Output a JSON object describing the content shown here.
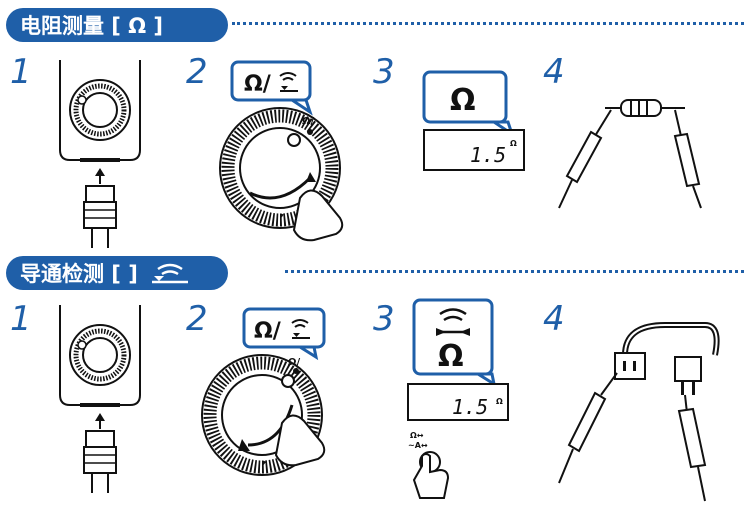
{
  "colors": {
    "accent": "#1f5fa8",
    "line": "#111111",
    "fill": "#ffffff"
  },
  "sections": [
    {
      "title": "电阻测量 [ Ω ]",
      "steps": [
        "1",
        "2",
        "3",
        "4"
      ],
      "dial_label": "Ω/",
      "bubble_label": "Ω/",
      "display_bubble": "Ω",
      "lcd_value": "1.5",
      "lcd_unit": "Ω"
    },
    {
      "title": "导通检测 [      ]",
      "steps": [
        "1",
        "2",
        "3",
        "4"
      ],
      "dial_label": "Ω/",
      "bubble_label": "Ω/",
      "display_bubble": "Ω",
      "lcd_value": "1.5",
      "lcd_unit": "Ω",
      "button_top": "Ω↔",
      "button_bottom": "~A↔"
    }
  ]
}
